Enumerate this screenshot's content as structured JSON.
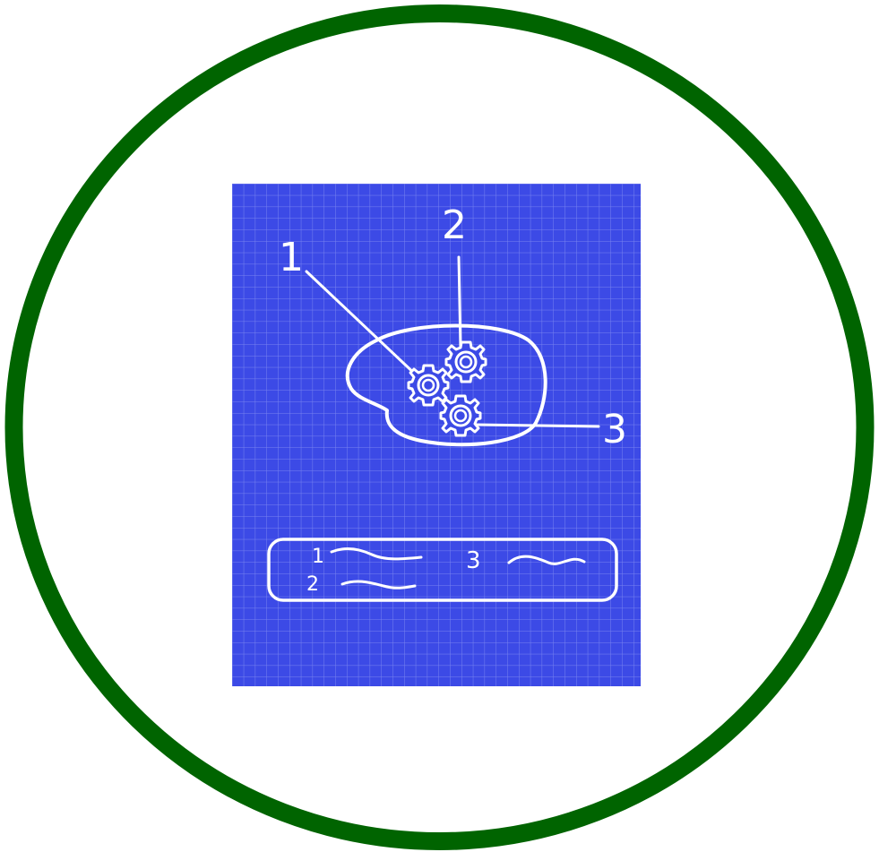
{
  "colors": {
    "ring": "#006400",
    "background": "#ffffff",
    "blueprint": "#3c4ae6",
    "grid": "#8c97f2",
    "lines": "#ffffff"
  },
  "icons": [
    "gear-icon",
    "gear-icon",
    "gear-icon"
  ],
  "callouts": [
    {
      "label": "1"
    },
    {
      "label": "2"
    },
    {
      "label": "3"
    }
  ],
  "legend": [
    {
      "label": "1"
    },
    {
      "label": "2"
    },
    {
      "label": "3"
    }
  ]
}
